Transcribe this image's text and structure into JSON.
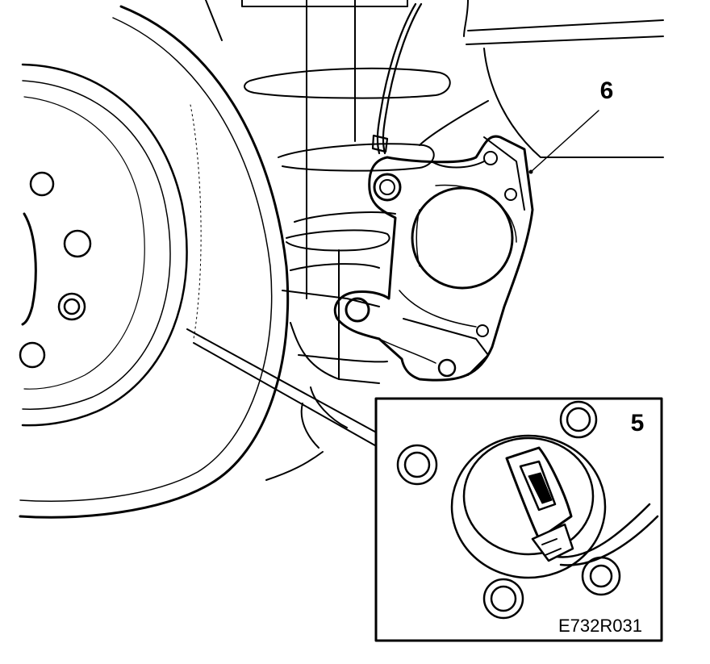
{
  "diagram": {
    "callout_main": "6",
    "callout_inset": "5",
    "figure_code": "E732R031"
  },
  "colors": {
    "line": "#000000",
    "background": "#ffffff"
  }
}
